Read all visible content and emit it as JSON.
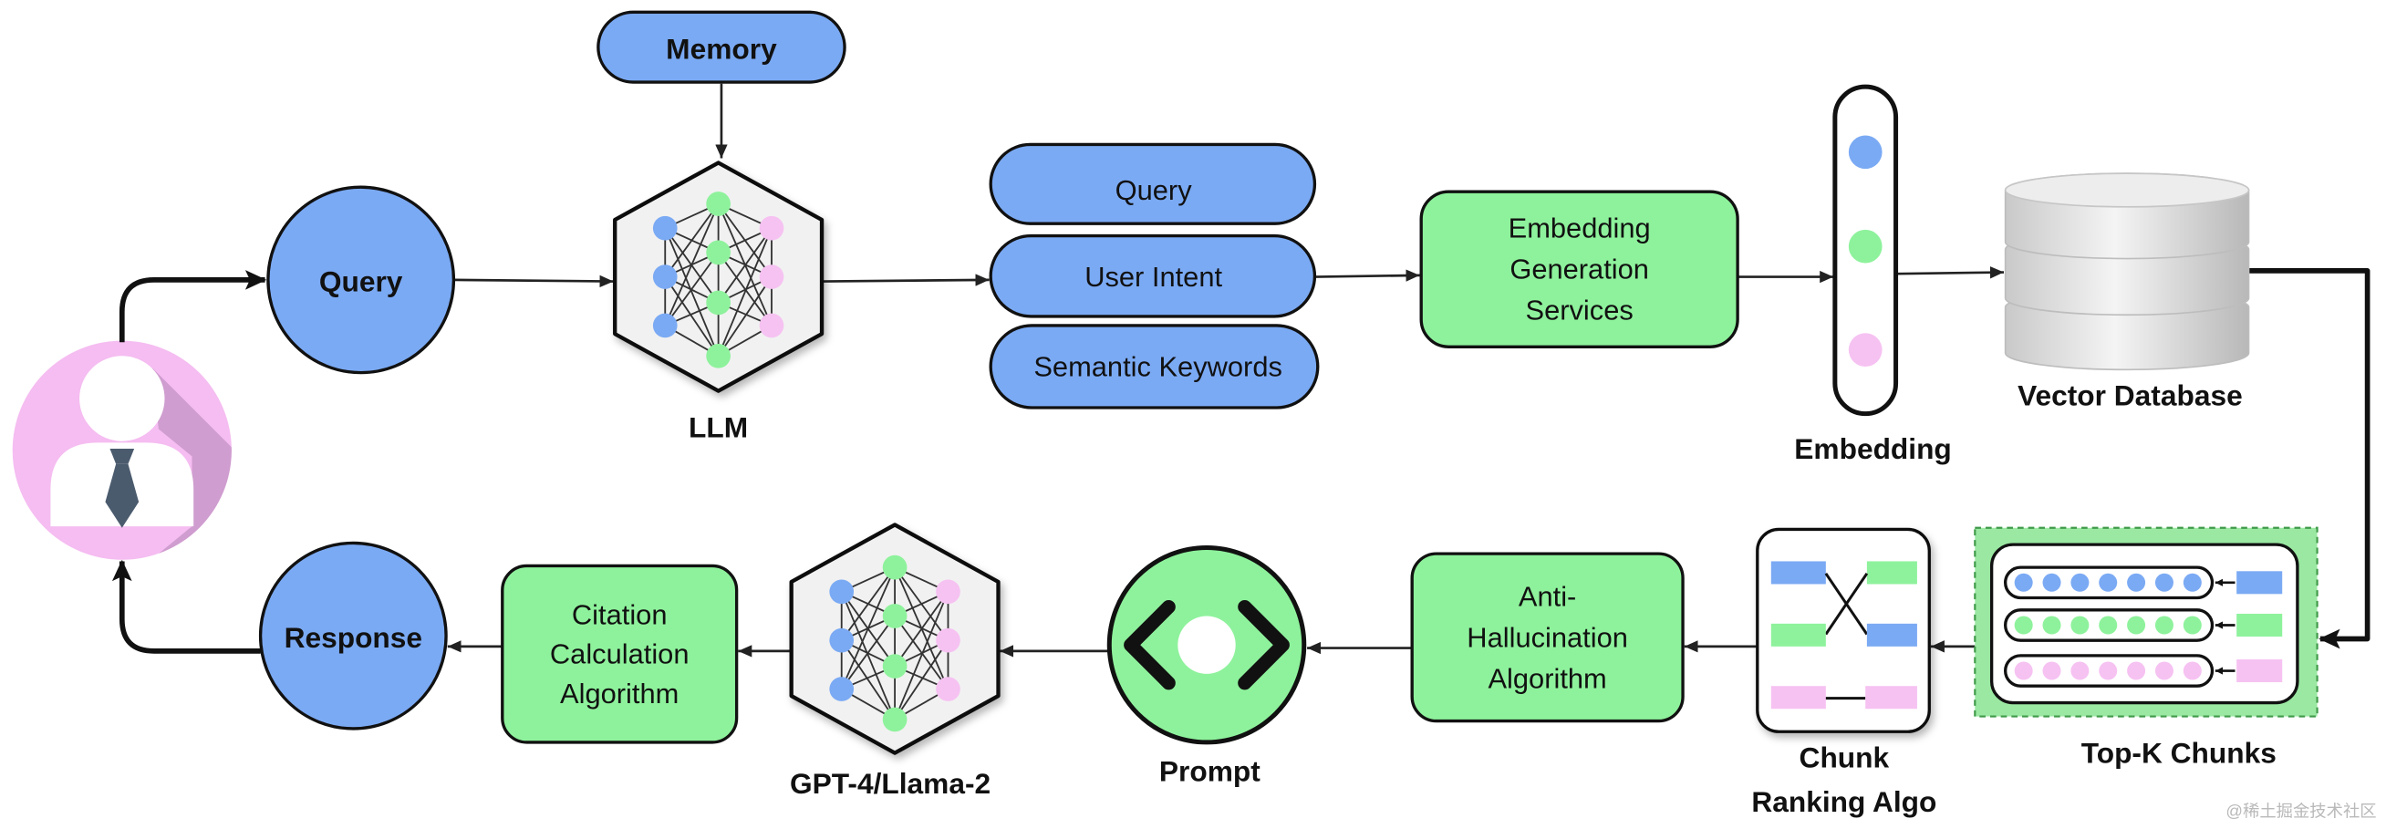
{
  "labels": {
    "memory": "Memory",
    "query": "Query",
    "llm": "LLM",
    "query_pill": "Query",
    "user_intent": "User Intent",
    "semantic_keywords": "Semantic Keywords",
    "embedding_generation": [
      "Embedding",
      "Generation",
      "Services"
    ],
    "embedding": "Embedding",
    "vector_database": "Vector Database",
    "top_k_chunks": "Top-K Chunks",
    "chunk_ranking": [
      "Chunk",
      "Ranking Algo"
    ],
    "anti_hallucination": [
      "Anti-",
      "Hallucination",
      "Algorithm"
    ],
    "prompt": "Prompt",
    "gpt": "GPT-4/Llama-2",
    "citation": [
      "Citation",
      "Calculation",
      "Algorithm"
    ],
    "response": "Response"
  },
  "watermark": "@稀土掘金技术社区",
  "icons": [
    "user-avatar-icon",
    "neural-network-icon",
    "code-brackets-icon",
    "database-icon",
    "ranking-icon"
  ],
  "colors": {
    "blue": "#7baaf4",
    "green": "#8ef29c",
    "pink": "#f6c2f2",
    "avatar_bg": "#f5bdf1",
    "avatar_shadow": "#cf9dcf",
    "topk_bg": "#9be8a3",
    "topk_border": "#3f9a49",
    "tie": "#4b5b6e",
    "stroke": "#111111"
  }
}
